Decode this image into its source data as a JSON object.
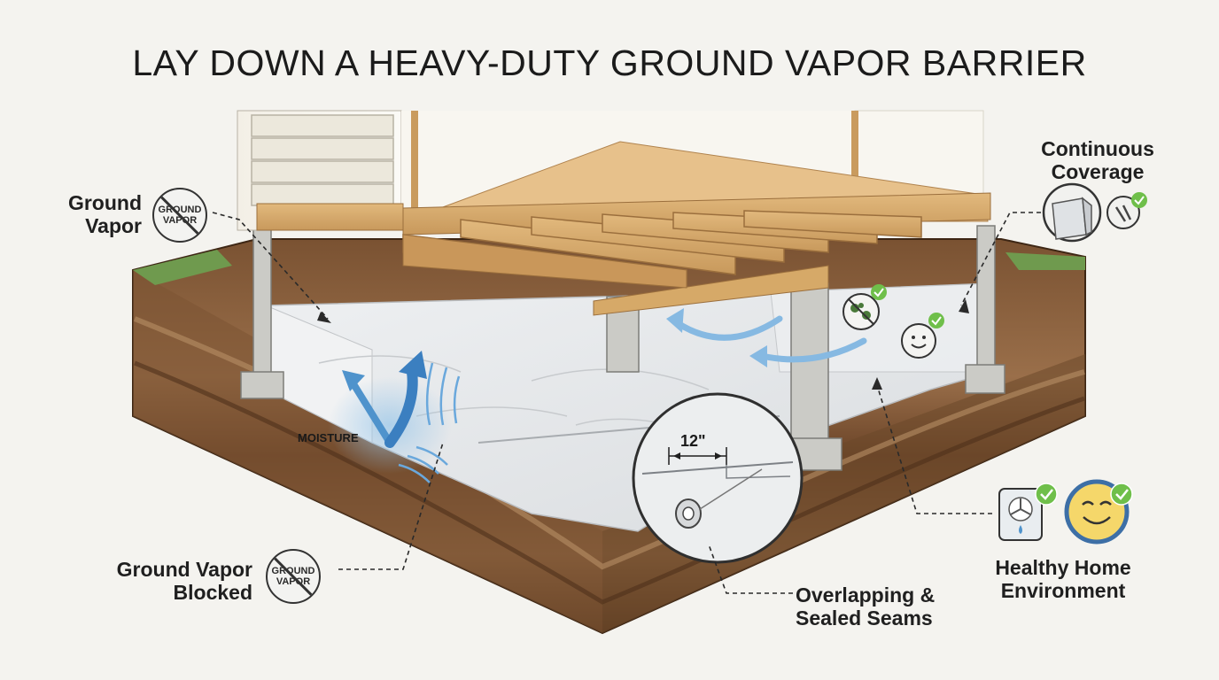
{
  "title": "LAY DOWN A HEAVY-DUTY GROUND VAPOR BARRIER",
  "labels": {
    "ground_vapor": [
      "Ground",
      "Vapor"
    ],
    "ground_vapor_blocked": [
      "Ground Vapor",
      "Blocked"
    ],
    "continuous_coverage": [
      "Continuous",
      "Coverage"
    ],
    "healthy_home": [
      "Healthy Home",
      "Environment"
    ],
    "seams": [
      "Overlapping &",
      "Sealed Seams"
    ],
    "moisture": "MOISTURE",
    "overlap_dimension": "12\""
  },
  "badges": {
    "top": [
      "GROUND",
      "VAPOR"
    ],
    "bottom": [
      "GROUND",
      "VAPOR"
    ]
  },
  "icons": [
    "no-vapor-icon",
    "barrier-corner-icon",
    "nail-check-icon",
    "mold-check-icon",
    "smile-check-icon",
    "dehumidifier-icon",
    "happy-face-icon",
    "tape-roll-icon"
  ],
  "colors": {
    "soil_dark": "#5b3a22",
    "soil_light": "#8a6140",
    "grass": "#6f9a4e",
    "barrier": "#e6e8ea",
    "lumber": "#d9ae72",
    "concrete": "#c9c9c4",
    "moisture_blue": "#5b9fd4",
    "check_green": "#6fbf4a",
    "siding": "#ece8dc"
  }
}
